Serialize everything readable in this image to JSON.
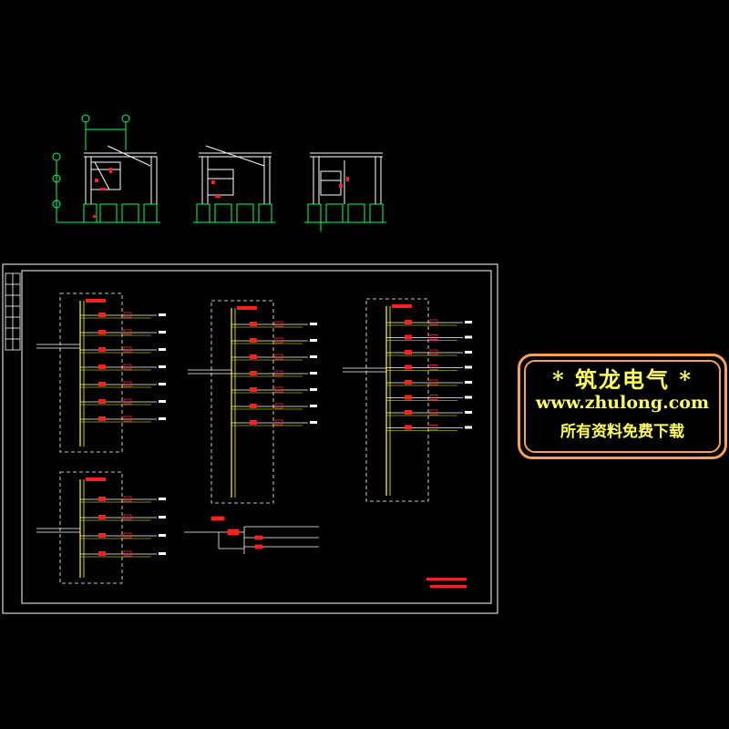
{
  "colors": {
    "background": "#000000",
    "frame": "#ffffff",
    "bus": "#ffff00",
    "breaker": "#ff2020",
    "wire": "#ffffff",
    "cabinet": "#00ff00",
    "dim": "#00ff66",
    "badge_border": "#f2a35a",
    "badge_text": "#ffff66"
  },
  "watermark": {
    "title": "* 筑龙电气 *",
    "url": "www.zhulong.com",
    "subtitle": "所有资料免费下载"
  },
  "drawing": {
    "elevations": [
      {
        "name": "elevation-front"
      },
      {
        "name": "elevation-side-a"
      },
      {
        "name": "elevation-side-b"
      }
    ],
    "schematic": {
      "panels": [
        {
          "name": "panel-top-left",
          "rows": 7
        },
        {
          "name": "panel-top-center",
          "rows": 7
        },
        {
          "name": "panel-top-right",
          "rows": 8
        },
        {
          "name": "panel-bottom-left",
          "rows": 4
        }
      ]
    }
  }
}
